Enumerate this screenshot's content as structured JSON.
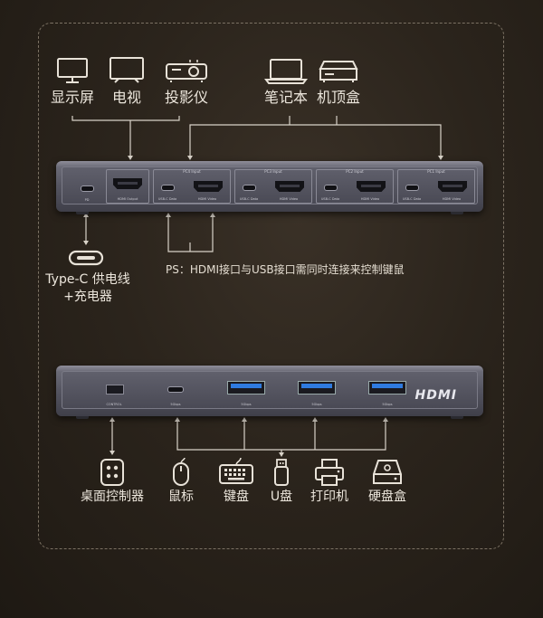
{
  "top_devices": [
    {
      "id": "monitor",
      "label": "显示屏",
      "icon": "monitor-icon"
    },
    {
      "id": "tv",
      "label": "电视",
      "icon": "tv-icon"
    },
    {
      "id": "projector",
      "label": "投影仪",
      "icon": "projector-icon"
    },
    {
      "id": "laptop",
      "label": "笔记本",
      "icon": "laptop-icon"
    },
    {
      "id": "settop",
      "label": "机顶盒",
      "icon": "set-top-box-icon"
    }
  ],
  "front_hub": {
    "groups": [
      {
        "label": "PC4 Input",
        "usb_label": "USB-C Data",
        "hdmi_label": "HDMI Video"
      },
      {
        "label": "PC3 Input",
        "usb_label": "USB-C Data",
        "hdmi_label": "HDMI Video"
      },
      {
        "label": "PC2 Input",
        "usb_label": "USB-C Data",
        "hdmi_label": "HDMI Video"
      },
      {
        "label": "PC1 Input",
        "usb_label": "USB-C Data",
        "hdmi_label": "HDMI Video"
      }
    ],
    "output_label": "HDMI Output",
    "power_label": "PD"
  },
  "typec_label_line1": "Type-C 供电线",
  "typec_label_line2": "+充电器",
  "ps_note": "PS：HDMI接口与USB接口需同时连接来控制键鼠",
  "back_hub": {
    "control_label": "CONTROL",
    "usbc_label": "5Gbps",
    "usba_labels": [
      "5Gbps",
      "5Gbps",
      "5Gbps"
    ],
    "logo": "HDMI"
  },
  "bottom_devices": [
    {
      "id": "controller",
      "label": "桌面控制器",
      "icon": "desktop-controller-icon"
    },
    {
      "id": "mouse",
      "label": "鼠标",
      "icon": "mouse-icon"
    },
    {
      "id": "keyboard",
      "label": "键盘",
      "icon": "keyboard-icon"
    },
    {
      "id": "udisk",
      "label": "U盘",
      "icon": "usb-drive-icon"
    },
    {
      "id": "printer",
      "label": "打印机",
      "icon": "printer-icon"
    },
    {
      "id": "hdd",
      "label": "硬盘盒",
      "icon": "hard-drive-box-icon"
    }
  ],
  "colors": {
    "accent_blue": "#2f7be0",
    "line": "#d8d2c8",
    "frame": "#7c7264"
  }
}
